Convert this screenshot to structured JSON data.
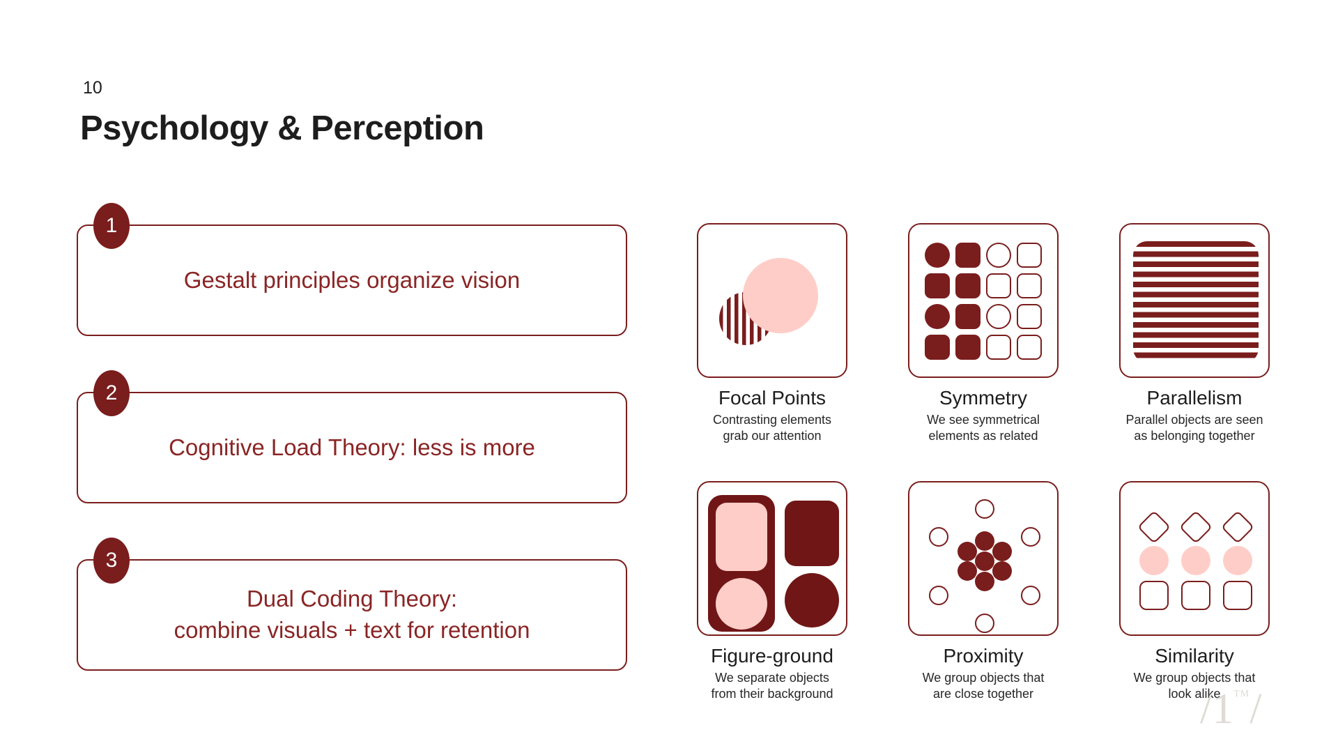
{
  "slide": {
    "page_number": "10",
    "title": "Psychology & Perception"
  },
  "principles": [
    {
      "number": "1",
      "text": "Gestalt principles organize vision"
    },
    {
      "number": "2",
      "text": "Cognitive Load Theory: less is more"
    },
    {
      "number": "3",
      "text": "Dual Coding Theory:\ncombine visuals + text for retention"
    }
  ],
  "cards": [
    {
      "title": "Focal Points",
      "description": "Contrasting elements\ngrab our attention",
      "icon": "focal-points-icon"
    },
    {
      "title": "Symmetry",
      "description": "We see symmetrical\nelements as related",
      "icon": "symmetry-grid-icon"
    },
    {
      "title": "Parallelism",
      "description": "Parallel objects are seen\nas belonging together",
      "icon": "parallel-stripes-icon"
    },
    {
      "title": "Figure-ground",
      "description": "We separate objects\nfrom their background",
      "icon": "figure-ground-icon"
    },
    {
      "title": "Proximity",
      "description": "We group objects that\nare close together",
      "icon": "proximity-dots-icon"
    },
    {
      "title": "Similarity",
      "description": "We group objects that\nlook alike",
      "icon": "similarity-shapes-icon"
    }
  ],
  "logo": {
    "text": "/1/",
    "tm": "TM"
  },
  "colors": {
    "dark_red": "#7A1D1D",
    "deep_red": "#701616",
    "text_red": "#8A2525",
    "pink": "#FFCDC7",
    "ink": "#1D1D1D",
    "logo_gray": "#DEDCD5"
  }
}
